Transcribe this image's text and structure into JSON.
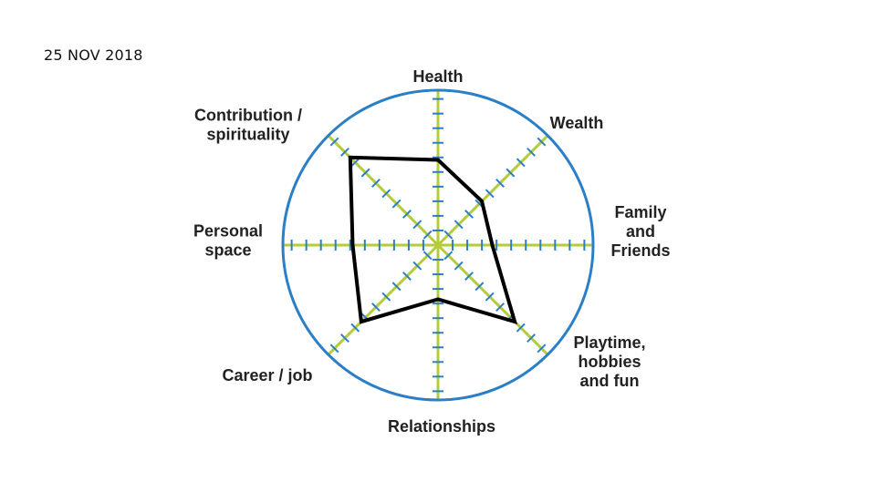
{
  "slide": {
    "date": "25 NOV 2018"
  },
  "chart_data": {
    "type": "radar",
    "scale_max": 10,
    "ticks_per_axis": 10,
    "axes": [
      {
        "lines": [
          "Health"
        ]
      },
      {
        "lines": [
          "Wealth"
        ]
      },
      {
        "lines": [
          "Family",
          "and",
          "Friends"
        ]
      },
      {
        "lines": [
          "Playtime,",
          "hobbies",
          "and fun"
        ]
      },
      {
        "lines": [
          "Relationships"
        ]
      },
      {
        "lines": [
          "Career / job"
        ]
      },
      {
        "lines": [
          "Personal",
          "space"
        ]
      },
      {
        "lines": [
          "Contribution /",
          "spirituality"
        ]
      }
    ],
    "values": [
      5.5,
      4,
      3.5,
      7,
      3.5,
      7,
      5.5,
      8
    ],
    "colors": {
      "circle": "#2b7fc6",
      "spoke": "#b5cc3a",
      "tick": "#2b7fc6",
      "polygon": "#000000"
    }
  }
}
